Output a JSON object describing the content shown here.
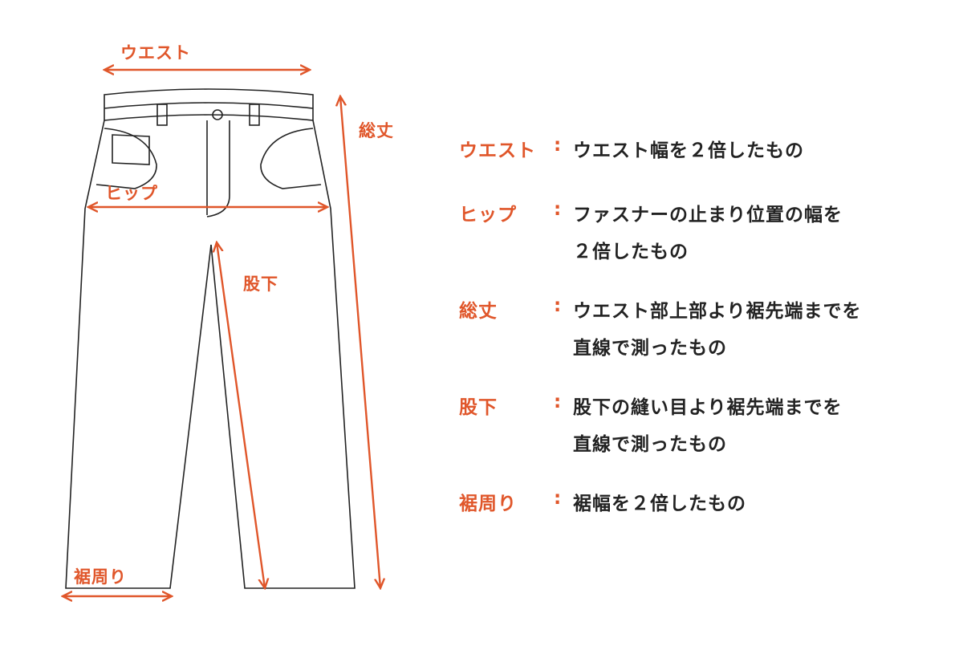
{
  "colors": {
    "accent": "#e0562a",
    "line": "#222222",
    "text": "#222222"
  },
  "labels": {
    "waist": "ウエスト",
    "hip": "ヒップ",
    "total_length": "総丈",
    "inseam": "股下",
    "hem": "裾周り"
  },
  "legend": [
    {
      "term": "ウエスト",
      "colon": ":",
      "lines": [
        "ウエスト幅を２倍したもの"
      ]
    },
    {
      "term": "ヒップ",
      "colon": ":",
      "lines": [
        "ファスナーの止まり位置の幅を",
        "２倍したもの"
      ]
    },
    {
      "term": "総丈",
      "colon": ":",
      "lines": [
        "ウエスト部上部より裾先端までを",
        "直線で測ったもの"
      ]
    },
    {
      "term": "股下",
      "colon": ":",
      "lines": [
        "股下の縫い目より裾先端までを",
        "直線で測ったもの"
      ]
    },
    {
      "term": "裾周り",
      "colon": ":",
      "lines": [
        "裾幅を２倍したもの"
      ]
    }
  ]
}
